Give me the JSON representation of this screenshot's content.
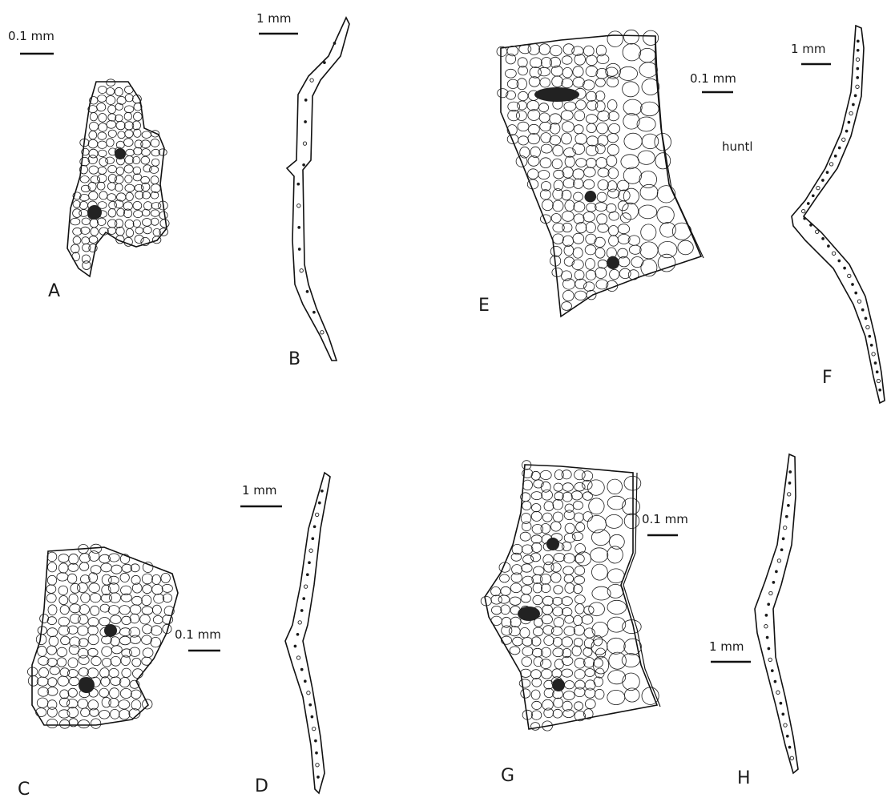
{
  "figure": {
    "panels": [
      {
        "id": "A",
        "label": "A",
        "scale": "0.1 mm"
      },
      {
        "id": "B",
        "label": "B",
        "scale": "1 mm"
      },
      {
        "id": "C",
        "label": "C",
        "scale": "0.1 mm"
      },
      {
        "id": "D",
        "label": "D",
        "scale": "1 mm"
      },
      {
        "id": "E",
        "label": "E",
        "scale": "0.1 mm"
      },
      {
        "id": "F",
        "label": "F",
        "scale": "1 mm"
      },
      {
        "id": "G",
        "label": "G",
        "scale": "0.1 mm"
      },
      {
        "id": "H",
        "label": "H",
        "scale": "1 mm"
      }
    ],
    "handwritten_note": "huntl"
  },
  "colors": {
    "ink": "#1a1a1a",
    "background": "#ffffff"
  }
}
